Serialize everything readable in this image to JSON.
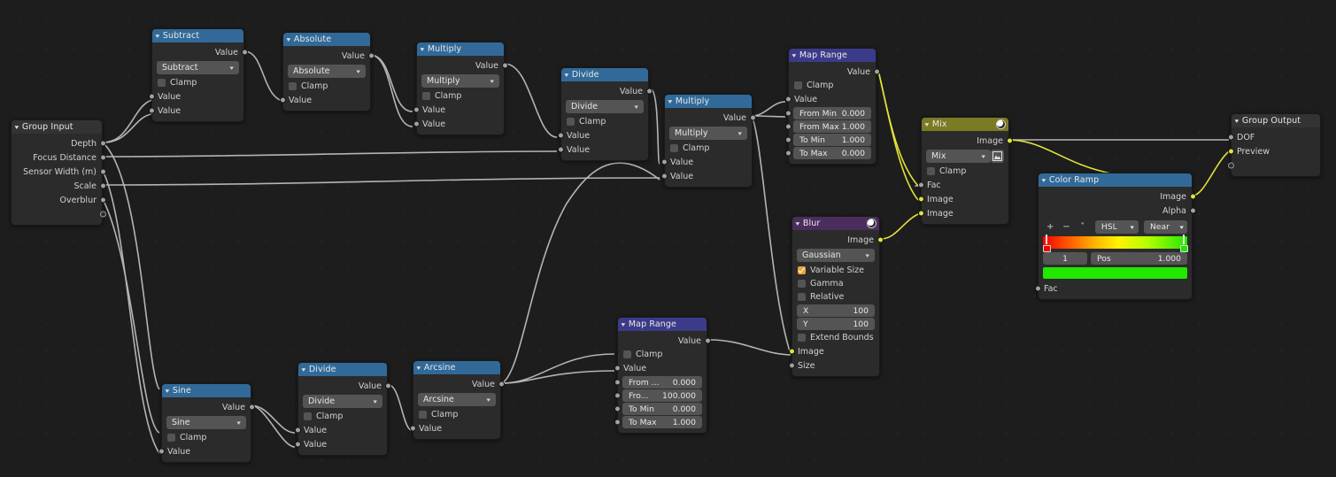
{
  "editor": {
    "name": "blender-node-editor",
    "background": "#1d1d1d"
  },
  "colors": {
    "header_math": "#316a99",
    "header_maprange": "#3c3b8a",
    "header_blur": "#4a2d5c",
    "header_mix": "#7b7b25",
    "header_group": "#333333",
    "socket_value": "#a1a1a1",
    "socket_image": "#e2e239",
    "link_value": "#b4b4b4",
    "link_image": "#e2e239"
  },
  "labels": {
    "value": "Value",
    "clamp": "Clamp",
    "image": "Image",
    "alpha": "Alpha",
    "fac": "Fac",
    "size": "Size",
    "pos": "Pos"
  },
  "nodes": {
    "group_input": {
      "title": "Group Input",
      "outputs": [
        "Depth",
        "Focus Distance",
        "Sensor Width (m)",
        "Scale",
        "Overblur"
      ]
    },
    "subtract": {
      "title": "Subtract",
      "output": "Value",
      "operation": "Subtract",
      "clamp": "Clamp",
      "inputs": [
        "Value",
        "Value"
      ]
    },
    "absolute": {
      "title": "Absolute",
      "output": "Value",
      "operation": "Absolute",
      "clamp": "Clamp",
      "inputs": [
        "Value"
      ]
    },
    "multiply_1": {
      "title": "Multiply",
      "output": "Value",
      "operation": "Multiply",
      "clamp": "Clamp",
      "inputs": [
        "Value",
        "Value"
      ]
    },
    "divide_1": {
      "title": "Divide",
      "output": "Value",
      "operation": "Divide",
      "clamp": "Clamp",
      "inputs": [
        "Value",
        "Value"
      ]
    },
    "multiply_2": {
      "title": "Multiply",
      "output": "Value",
      "operation": "Multiply",
      "clamp": "Clamp",
      "inputs": [
        "Value",
        "Value"
      ]
    },
    "map_range_top": {
      "title": "Map Range",
      "output": "Value",
      "clamp": "Clamp",
      "value_input": "Value",
      "fields": [
        {
          "label": "From Min",
          "value": "0.000"
        },
        {
          "label": "From Max",
          "value": "1.000"
        },
        {
          "label": "To Min",
          "value": "1.000"
        },
        {
          "label": "To Max",
          "value": "0.000"
        }
      ]
    },
    "map_range_bottom": {
      "title": "Map Range",
      "output": "Value",
      "clamp": "Clamp",
      "value_input": "Value",
      "fields": [
        {
          "label": "From ...",
          "value": "0.000"
        },
        {
          "label": "Fro...",
          "value": "100.000"
        },
        {
          "label": "To Min",
          "value": "0.000"
        },
        {
          "label": "To Max",
          "value": "1.000"
        }
      ]
    },
    "blur": {
      "title": "Blur",
      "output": "Image",
      "filter_type": "Gaussian",
      "variable_size": "Variable Size",
      "gamma": "Gamma",
      "relative": "Relative",
      "x_label": "X",
      "x_value": "100",
      "y_label": "Y",
      "y_value": "100",
      "extend_bounds": "Extend Bounds",
      "inputs": [
        "Image",
        "Size"
      ]
    },
    "mix": {
      "title": "Mix",
      "output": "Image",
      "blend_mode": "Mix",
      "clamp": "Clamp",
      "inputs": [
        "Fac",
        "Image",
        "Image"
      ]
    },
    "color_ramp": {
      "title": "Color Ramp",
      "outputs": [
        "Image",
        "Alpha"
      ],
      "tools": {
        "add": "+",
        "remove": "−",
        "menu": "˅"
      },
      "interpolation": "HSL",
      "mode": "Near",
      "index": "1",
      "pos_label": "Pos",
      "pos_value": "1.000",
      "stop_color": "#22e800",
      "gradient": [
        "#f50000",
        "#ff5a00",
        "#ffb400",
        "#fff200",
        "#b6ff00",
        "#22e800"
      ],
      "input": "Fac"
    },
    "sine": {
      "title": "Sine",
      "output": "Value",
      "operation": "Sine",
      "clamp": "Clamp",
      "inputs": [
        "Value"
      ]
    },
    "divide_2": {
      "title": "Divide",
      "output": "Value",
      "operation": "Divide",
      "clamp": "Clamp",
      "inputs": [
        "Value",
        "Value"
      ]
    },
    "arcsine": {
      "title": "Arcsine",
      "output": "Value",
      "operation": "Arcsine",
      "clamp": "Clamp",
      "inputs": [
        "Value"
      ]
    },
    "group_output": {
      "title": "Group Output",
      "inputs": [
        "DOF",
        "Preview"
      ]
    }
  }
}
